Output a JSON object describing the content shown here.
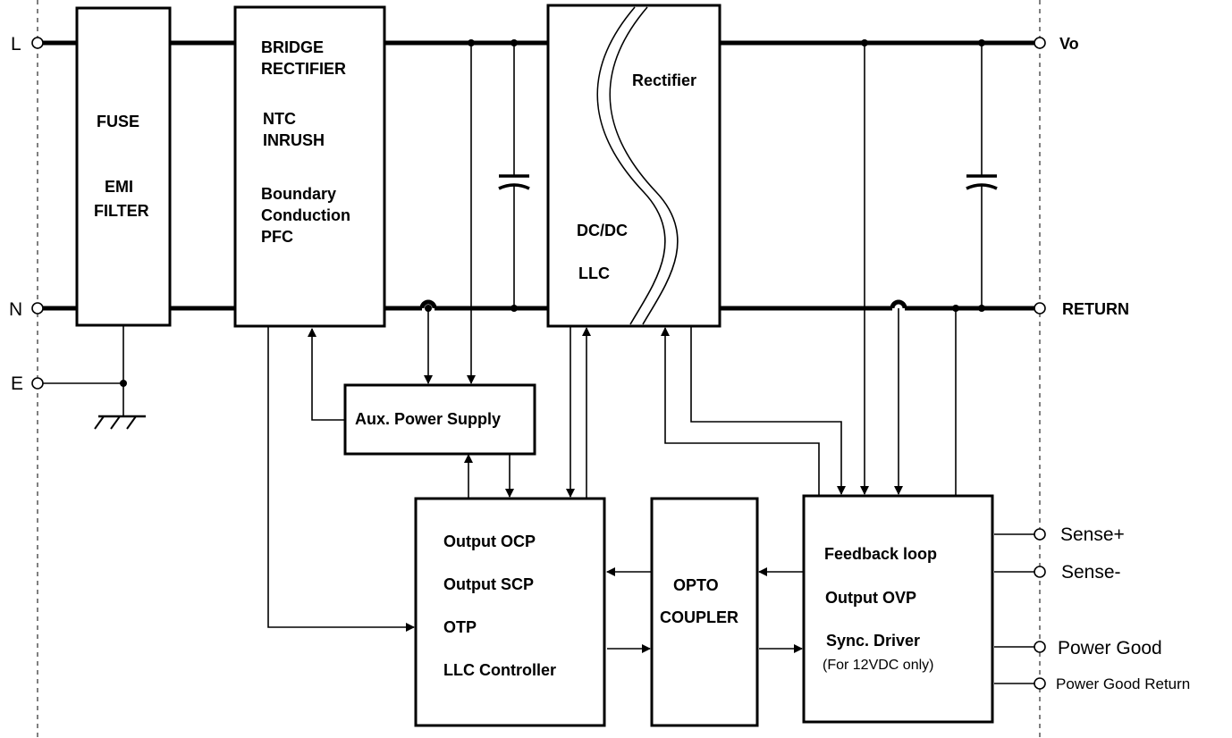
{
  "terminals": {
    "line": "L",
    "neutral": "N",
    "earth": "E",
    "vo": "Vo",
    "return": "RETURN"
  },
  "blocks": {
    "fuse_emi": {
      "fuse": "FUSE",
      "emi": "EMI",
      "filter": "FILTER"
    },
    "pfc": {
      "bridge": "BRIDGE",
      "rectifier": "RECTIFIER",
      "ntc": "NTC",
      "inrush": "INRUSH",
      "boundary": "Boundary",
      "conduction": "Conduction",
      "pfc": "PFC"
    },
    "dcdc": {
      "rectifier": "Rectifier",
      "dcdc": "DC/DC",
      "llc": "LLC"
    },
    "aux": {
      "label": "Aux. Power Supply"
    },
    "controller": {
      "lines": [
        "Output OCP",
        "Output SCP",
        "OTP",
        "LLC Controller"
      ]
    },
    "opto": {
      "line1": "OPTO",
      "line2": "COUPLER"
    },
    "feedback": {
      "lines": [
        "Feedback loop",
        "Output OVP",
        "Sync. Driver"
      ],
      "note": "(For 12VDC only)"
    }
  },
  "signals": {
    "sense_plus": "Sense+",
    "sense_minus": "Sense-",
    "power_good": "Power Good",
    "power_good_return": "Power Good Return"
  }
}
